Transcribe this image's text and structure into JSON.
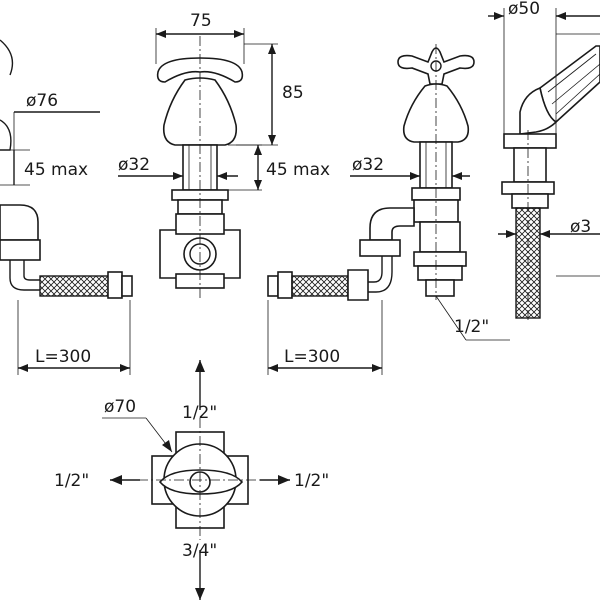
{
  "labels": {
    "width_75": "75",
    "height_85": "85",
    "dia_50": "ø50",
    "dia_76": "ø76",
    "dia_32_left": "ø32",
    "dia_32_right": "ø32",
    "max_45_left": "45 max",
    "max_45_center": "45 max",
    "dia_3_partial": "ø3",
    "thread_right": "1/2\"",
    "hose_left": "L=300",
    "hose_right": "L=300",
    "dia_70": "ø70",
    "top_port": "1/2\"",
    "left_port": "1/2\"",
    "right_port": "1/2\"",
    "bottom_port": "3/4\""
  }
}
